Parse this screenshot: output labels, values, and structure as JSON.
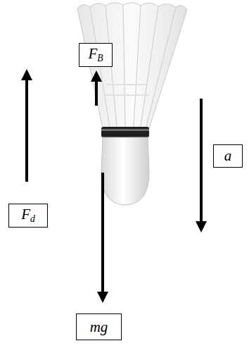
{
  "diagram": {
    "nodes": [
      {
        "text": [
          "FB"
        ]
      },
      {
        "text": [
          "Fd"
        ]
      },
      {
        "text": [
          "a"
        ]
      },
      {
        "text": [
          "mg"
        ]
      }
    ]
  }
}
